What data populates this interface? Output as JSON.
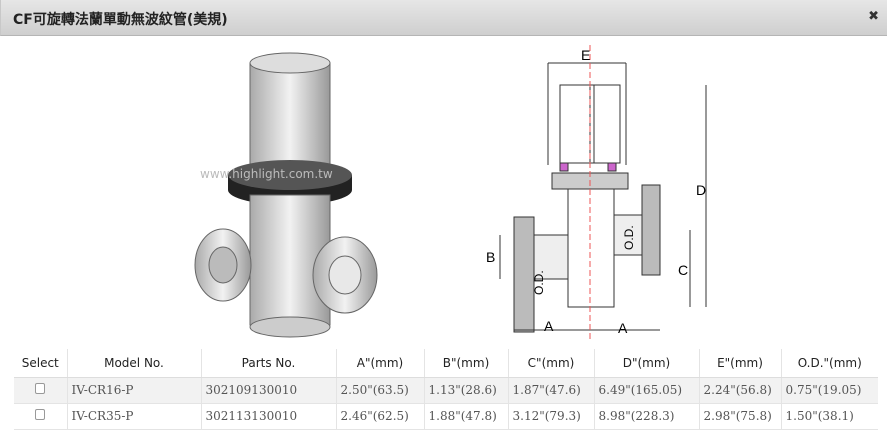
{
  "dialog": {
    "title": "CF可旋轉法蘭單動無波紋管(美規)",
    "close_icon": "close-icon"
  },
  "image": {
    "watermark": "www.highlight.com.tw",
    "dim_labels": {
      "A": "A",
      "B": "B",
      "C": "C",
      "D": "D",
      "E": "E",
      "OD": "O.D."
    }
  },
  "table": {
    "headers": [
      "Select",
      "Model No.",
      "Parts No.",
      "A\"(mm)",
      "B\"(mm)",
      "C\"(mm)",
      "D\"(mm)",
      "E\"(mm)",
      "O.D.\"(mm)"
    ],
    "rows": [
      {
        "model": "IV-CR16-P",
        "parts": "302109130010",
        "a": "2.50\"(63.5)",
        "b": "1.13\"(28.6)",
        "c": "1.87\"(47.6)",
        "d": "6.49\"(165.05)",
        "e": "2.24\"(56.8)",
        "od": "0.75\"(19.05)"
      },
      {
        "model": "IV-CR35-P",
        "parts": "302113130010",
        "a": "2.46\"(62.5)",
        "b": "1.88\"(47.8)",
        "c": "3.12\"(79.3)",
        "d": "8.98\"(228.3)",
        "e": "2.98\"(75.8)",
        "od": "1.50\"(38.1)"
      }
    ]
  }
}
